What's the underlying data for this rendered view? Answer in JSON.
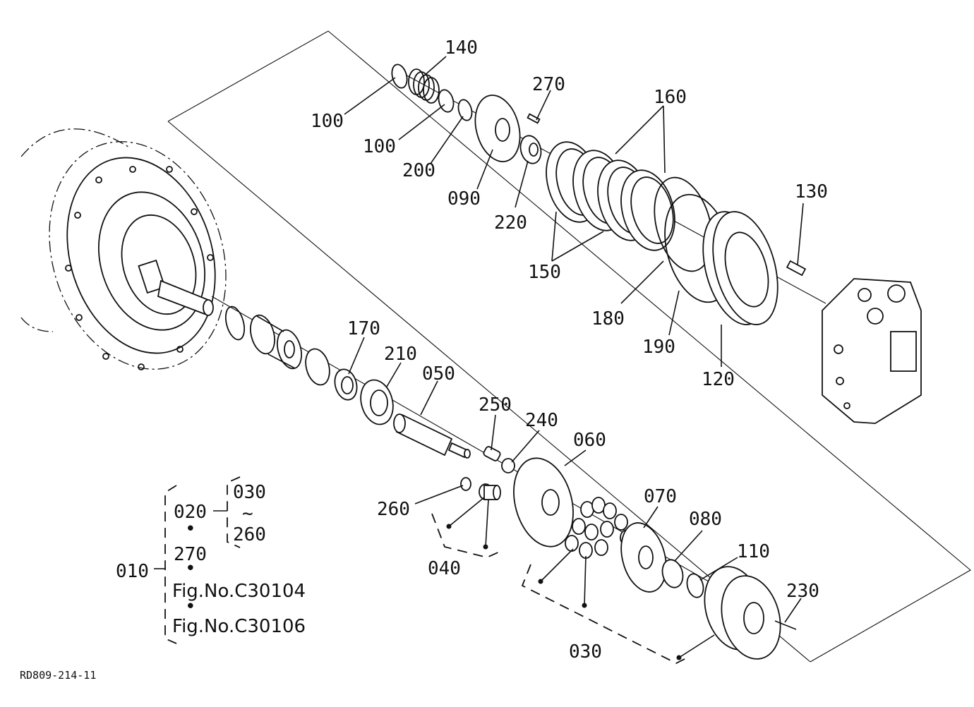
{
  "diagram_id": "RD809-214-11",
  "callouts": {
    "c140": "140",
    "c100a": "100",
    "c100b": "100",
    "c270": "270",
    "c160": "160",
    "c200": "200",
    "c090": "090",
    "c220": "220",
    "c150": "150",
    "c130": "130",
    "c180": "180",
    "c190": "190",
    "c120": "120",
    "c170": "170",
    "c210": "210",
    "c050": "050",
    "c250": "250",
    "c240": "240",
    "c060": "060",
    "c260": "260",
    "c070": "070",
    "c080": "080",
    "c110": "110",
    "c040": "040",
    "c230": "230",
    "c030": "030"
  },
  "legend": {
    "assembly": "010",
    "sub_assembly": "020",
    "range_from": "030",
    "range_sep": "~",
    "range_to": "260",
    "extra_part": "270",
    "ref_fig_1": "Fig.No.C30104",
    "ref_fig_2": "Fig.No.C30106",
    "sep": "•"
  }
}
